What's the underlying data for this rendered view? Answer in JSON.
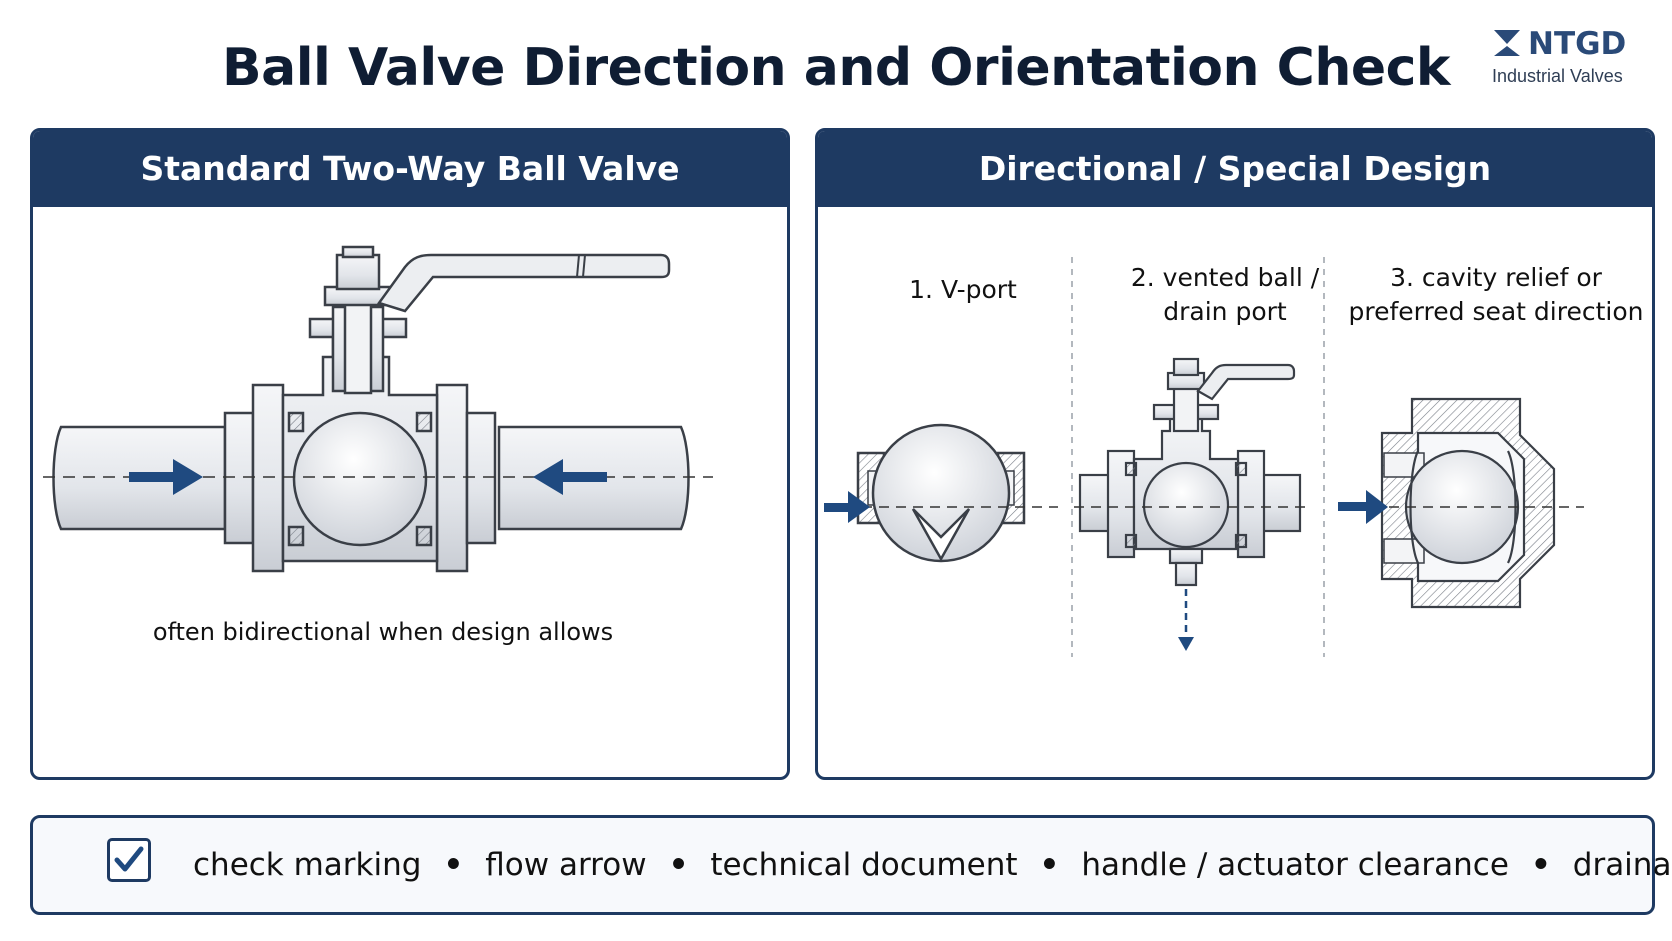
{
  "title": "Ball Valve Direction and Orientation Check",
  "logo": {
    "brand": "NTGD",
    "tagline": "Industrial Valves"
  },
  "left_panel": {
    "header": "Standard Two-Way Ball Valve",
    "caption": "often bidirectional when design allows"
  },
  "right_panel": {
    "header": "Directional / Special Design",
    "items": [
      {
        "label": "1. V-port"
      },
      {
        "label_line1": "2. vented ball /",
        "label_line2": "drain port"
      },
      {
        "label_line1": "3. cavity relief or",
        "label_line2": "preferred seat direction"
      }
    ]
  },
  "checklist": [
    "check marking",
    "flow arrow",
    "technical document",
    "handle / actuator clearance",
    "drainage"
  ],
  "separator": "•",
  "colors": {
    "navy": "#1e3a62",
    "arrow": "#1f4a80",
    "metal": "#e8eaee",
    "outline": "#3a3f47"
  }
}
